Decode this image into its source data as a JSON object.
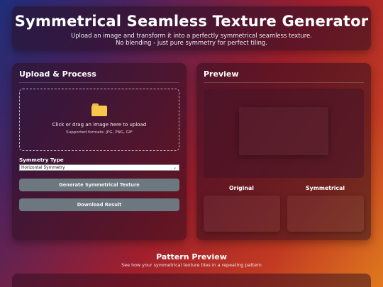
{
  "header": {
    "title": "Symmetrical Seamless Texture Generator",
    "subtitle_line1": "Upload an image and transform it into a perfectly symmetrical seamless texture.",
    "subtitle_line2": "No blending - just pure symmetry for perfect tiling."
  },
  "upload_panel": {
    "title": "Upload & Process",
    "dropzone_icon": "folder-icon",
    "dropzone_text": "Click or drag an image here to upload",
    "dropzone_formats": "Supported formats: JPG, PNG, GIF",
    "symmetry_label": "Symmetry Type",
    "symmetry_selected": "Horizontal Symmetry",
    "generate_button": "Generate Symmetrical Texture",
    "download_button": "Download Result"
  },
  "preview_panel": {
    "title": "Preview",
    "original_label": "Original",
    "symmetrical_label": "Symmetrical"
  },
  "pattern_section": {
    "title": "Pattern Preview",
    "subtitle": "See how your symmetrical texture tiles in a repeating pattern"
  },
  "colors": {
    "button_bg": "#6c7780",
    "folder_icon": "#f7c64b"
  }
}
